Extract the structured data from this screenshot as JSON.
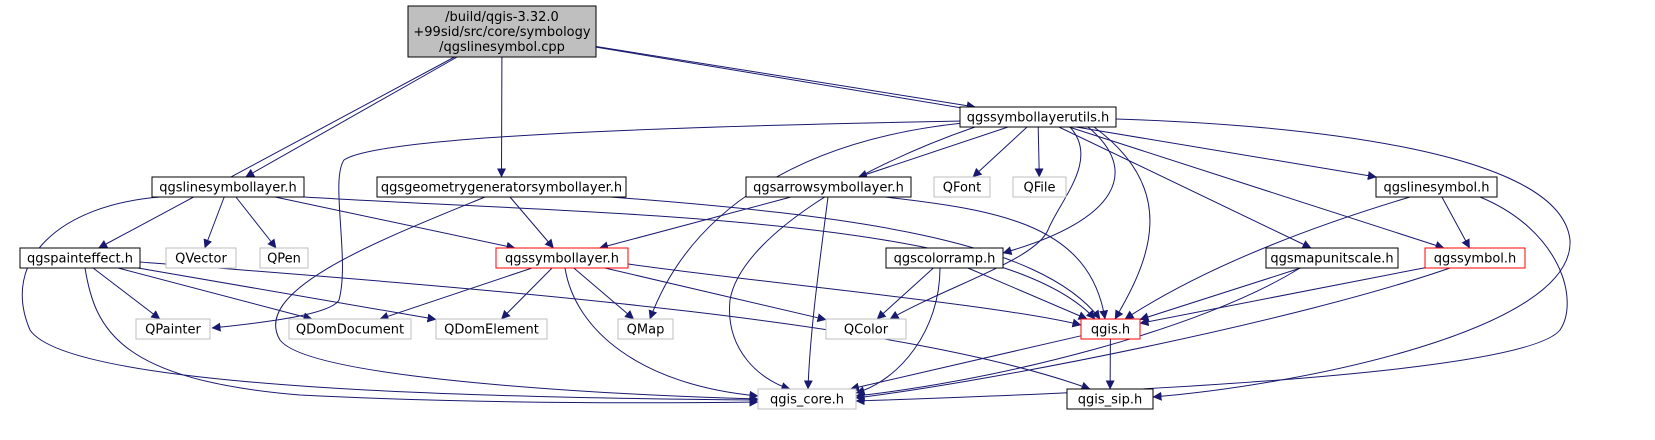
{
  "palette": {
    "edge": "#191970",
    "root_fill": "#bfbfbf",
    "normal_border": "#000000",
    "truncated_border": "#ff0000",
    "external_border": "#bfbfbf"
  },
  "nodes": {
    "root": {
      "lines": [
        "/build/qgis-3.32.0",
        "+99sid/src/core/symbology",
        "/qgslinesymbol.cpp"
      ],
      "kind": "root"
    },
    "symbollayerutils": {
      "lines": [
        "qgssymbollayerutils.h"
      ],
      "kind": "normal"
    },
    "linesymbollayer": {
      "lines": [
        "qgslinesymbollayer.h"
      ],
      "kind": "normal"
    },
    "geomgen": {
      "lines": [
        "qgsgeometrygeneratorsymbollayer.h"
      ],
      "kind": "normal"
    },
    "arrow": {
      "lines": [
        "qgsarrowsymbollayer.h"
      ],
      "kind": "normal"
    },
    "qfont": {
      "lines": [
        "QFont"
      ],
      "kind": "external"
    },
    "qfile": {
      "lines": [
        "QFile"
      ],
      "kind": "external"
    },
    "linesymbol": {
      "lines": [
        "qgslinesymbol.h"
      ],
      "kind": "normal"
    },
    "painteffect": {
      "lines": [
        "qgspainteffect.h"
      ],
      "kind": "normal"
    },
    "qvector": {
      "lines": [
        "QVector"
      ],
      "kind": "external"
    },
    "qpen": {
      "lines": [
        "QPen"
      ],
      "kind": "external"
    },
    "symbollayer": {
      "lines": [
        "qgssymbollayer.h"
      ],
      "kind": "truncated"
    },
    "colorramp": {
      "lines": [
        "qgscolorramp.h"
      ],
      "kind": "normal"
    },
    "mapunitscale": {
      "lines": [
        "qgsmapunitscale.h"
      ],
      "kind": "normal"
    },
    "symbol": {
      "lines": [
        "qgssymbol.h"
      ],
      "kind": "truncated"
    },
    "qpainter": {
      "lines": [
        "QPainter"
      ],
      "kind": "external"
    },
    "qdomdocument": {
      "lines": [
        "QDomDocument"
      ],
      "kind": "external"
    },
    "qdomelement": {
      "lines": [
        "QDomElement"
      ],
      "kind": "external"
    },
    "qmap": {
      "lines": [
        "QMap"
      ],
      "kind": "external"
    },
    "qcolor": {
      "lines": [
        "QColor"
      ],
      "kind": "external"
    },
    "qgis": {
      "lines": [
        "qgis.h"
      ],
      "kind": "truncated"
    },
    "qgis_core": {
      "lines": [
        "qgis_core.h"
      ],
      "kind": "external"
    },
    "qgis_sip": {
      "lines": [
        "qgis_sip.h"
      ],
      "kind": "normal"
    }
  },
  "edges": [
    [
      "root",
      "symbollayerutils"
    ],
    [
      "root",
      "linesymbollayer"
    ],
    [
      "root",
      "geomgen"
    ],
    [
      "root",
      "linesymbol"
    ],
    [
      "root",
      "painteffect"
    ],
    [
      "symbollayerutils",
      "arrow"
    ],
    [
      "symbollayerutils",
      "qfont"
    ],
    [
      "symbollayerutils",
      "qfile"
    ],
    [
      "symbollayerutils",
      "qpainter"
    ],
    [
      "symbollayerutils",
      "qmap"
    ],
    [
      "symbollayerutils",
      "qgis_core"
    ],
    [
      "symbollayerutils",
      "qcolor"
    ],
    [
      "symbollayerutils",
      "colorramp"
    ],
    [
      "symbollayerutils",
      "qgis"
    ],
    [
      "symbollayerutils",
      "mapunitscale"
    ],
    [
      "symbollayerutils",
      "symbol"
    ],
    [
      "symbollayerutils",
      "qgis_sip"
    ],
    [
      "linesymbollayer",
      "qvector"
    ],
    [
      "linesymbollayer",
      "qpen"
    ],
    [
      "linesymbollayer",
      "symbollayer"
    ],
    [
      "linesymbollayer",
      "qgis"
    ],
    [
      "linesymbollayer",
      "qgis_core"
    ],
    [
      "geomgen",
      "symbollayer"
    ],
    [
      "geomgen",
      "qgis"
    ],
    [
      "geomgen",
      "qgis_core"
    ],
    [
      "arrow",
      "symbollayer"
    ],
    [
      "arrow",
      "qgis"
    ],
    [
      "arrow",
      "qgis_core"
    ],
    [
      "linesymbol",
      "symbol"
    ],
    [
      "linesymbol",
      "qgis"
    ],
    [
      "linesymbol",
      "qgis_core"
    ],
    [
      "painteffect",
      "qpainter"
    ],
    [
      "painteffect",
      "qdomdocument"
    ],
    [
      "painteffect",
      "qdomelement"
    ],
    [
      "painteffect",
      "qgis_core"
    ],
    [
      "painteffect",
      "qgis_sip"
    ],
    [
      "symbollayer",
      "qdomdocument"
    ],
    [
      "symbollayer",
      "qdomelement"
    ],
    [
      "symbollayer",
      "qmap"
    ],
    [
      "symbollayer",
      "qcolor"
    ],
    [
      "symbollayer",
      "qgis"
    ],
    [
      "symbollayer",
      "qgis_core"
    ],
    [
      "colorramp",
      "qcolor"
    ],
    [
      "colorramp",
      "qgis"
    ],
    [
      "colorramp",
      "qgis_core"
    ],
    [
      "mapunitscale",
      "qgis"
    ],
    [
      "mapunitscale",
      "qgis_core"
    ],
    [
      "symbol",
      "qgis"
    ],
    [
      "symbol",
      "qgis_core"
    ],
    [
      "qgis",
      "qgis_core"
    ],
    [
      "qgis",
      "qgis_sip"
    ]
  ]
}
